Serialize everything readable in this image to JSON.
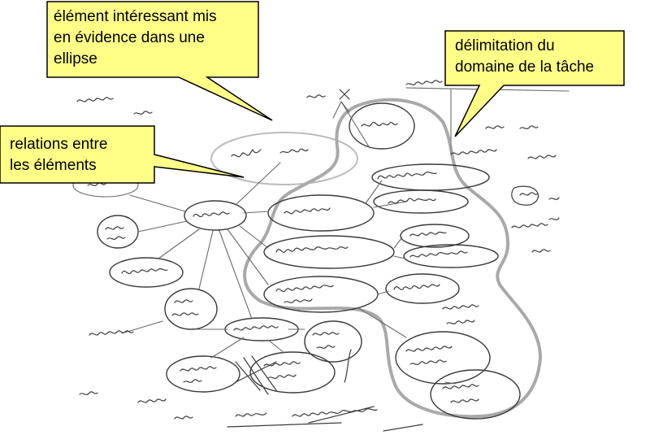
{
  "callouts": {
    "element": {
      "lines": [
        "élément intéressant mis",
        "en évidence dans une",
        "ellipse"
      ]
    },
    "relations": {
      "lines": [
        "relations entre",
        "les éléments"
      ]
    },
    "domain": {
      "lines": [
        "délimitation du",
        "domaine de la tâche"
      ]
    }
  },
  "colors": {
    "callout_fill": "#ffff88",
    "callout_stroke": "#000000",
    "ink": "#3a3a3a",
    "highlight": "#9a9a9a"
  }
}
